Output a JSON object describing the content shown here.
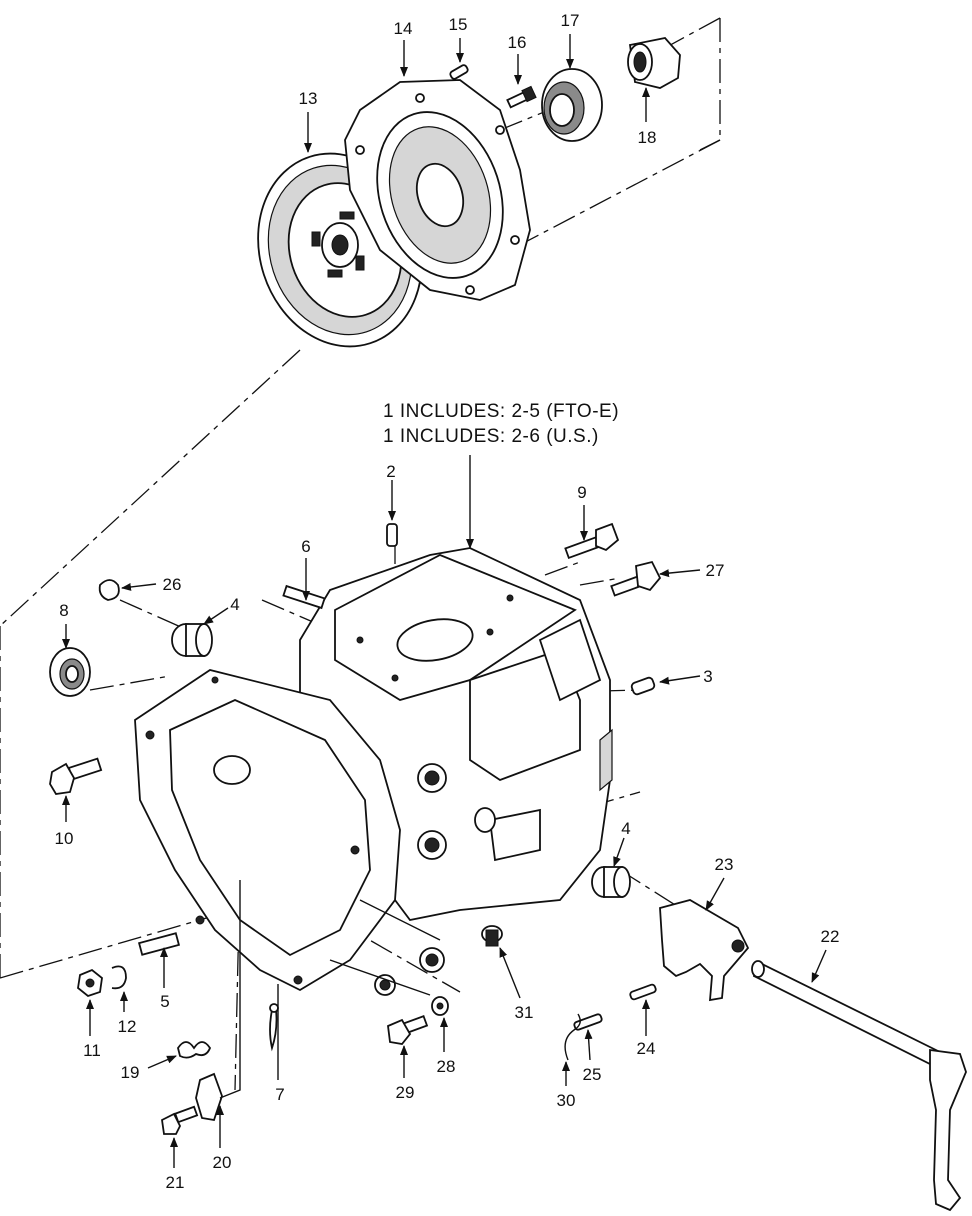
{
  "notes": {
    "line1": "1 INCLUDES: 2-5 (FTO-E)",
    "line2": "1 INCLUDES: 2-6 (U.S.)"
  },
  "callouts": {
    "c2": "2",
    "c3": "3",
    "c4a": "4",
    "c4b": "4",
    "c5": "5",
    "c6": "6",
    "c7": "7",
    "c8": "8",
    "c9": "9",
    "c10": "10",
    "c11": "11",
    "c12": "12",
    "c13": "13",
    "c14": "14",
    "c15": "15",
    "c16": "16",
    "c17": "17",
    "c18": "18",
    "c19": "19",
    "c20": "20",
    "c21": "21",
    "c22": "22",
    "c23": "23",
    "c24": "24",
    "c25": "25",
    "c26": "26",
    "c27": "27",
    "c28": "28",
    "c29": "29",
    "c30": "30",
    "c31": "31"
  }
}
